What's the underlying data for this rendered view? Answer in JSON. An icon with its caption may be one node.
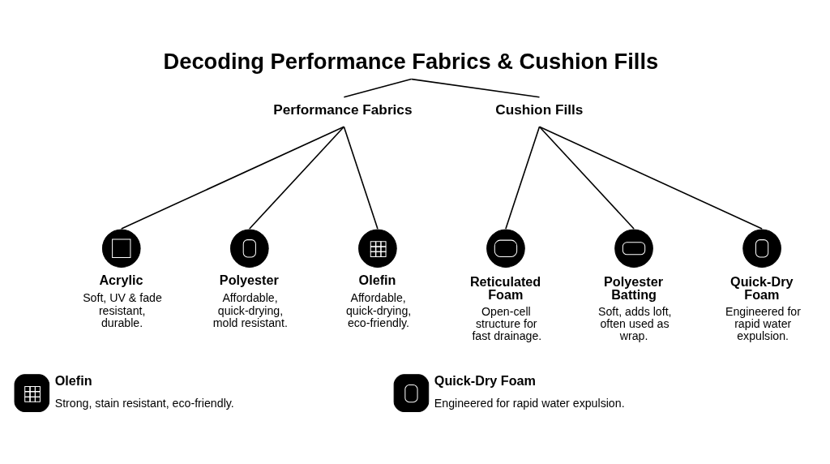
{
  "diagram": {
    "nodes": [
      {
        "text": [
          "Decoding Performance Fabrics & Cushion Fills"
        ]
      },
      {
        "text": [
          "Performance Fabrics"
        ]
      },
      {
        "text": [
          "Cushion Fills"
        ]
      },
      {
        "text": [
          "Acrylic",
          "Soft, UV & fade resistant, durable."
        ]
      },
      {
        "text": [
          "Polyester",
          "Affordable, quick-drying, mold resistant."
        ]
      },
      {
        "text": [
          "Olefin",
          "Affordable, quick-drying, eco-friendly."
        ]
      },
      {
        "text": [
          "Reticulated Foam",
          "Open-cell structure for fast drainage."
        ]
      },
      {
        "text": [
          "Polyester Batting",
          "Soft, adds loft, often used as wrap."
        ]
      },
      {
        "text": [
          "Quick-Dry Foam",
          "Engineered for rapid water expulsion."
        ]
      },
      {
        "text": [
          "Olefin",
          "Strong, stain resistant, eco-friendly."
        ]
      },
      {
        "text": [
          "Quick-Dry Foam",
          "Engineered for rapid water expulsion."
        ]
      }
    ],
    "edges": [
      {
        "from": 0,
        "to": 1,
        "arrow": "none"
      },
      {
        "from": 0,
        "to": 2,
        "arrow": "none"
      },
      {
        "from": 1,
        "to": 3,
        "arrow": "none"
      },
      {
        "from": 1,
        "to": 4,
        "arrow": "none"
      },
      {
        "from": 1,
        "to": 5,
        "arrow": "none"
      },
      {
        "from": 2,
        "to": 6,
        "arrow": "none"
      },
      {
        "from": 2,
        "to": 7,
        "arrow": "none"
      },
      {
        "from": 2,
        "to": 8,
        "arrow": "none"
      }
    ]
  }
}
